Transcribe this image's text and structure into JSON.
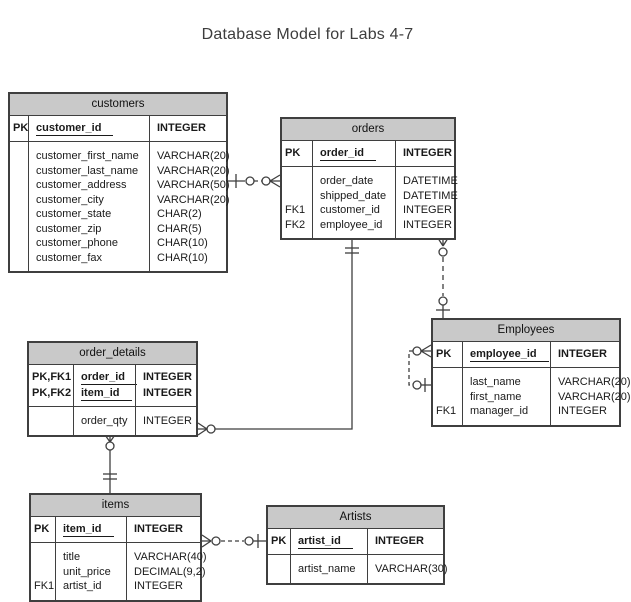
{
  "title": "Database Model for Labs 4-7",
  "colors": {
    "header_fill": "#c9c9c9",
    "border": "#3f3f3f",
    "background": "#ffffff",
    "text": "#1a1a1a"
  },
  "entities": [
    {
      "name": "customers",
      "pk_rows": [
        {
          "key": "PK",
          "field": "customer_id",
          "type": "INTEGER"
        }
      ],
      "rows": [
        {
          "key": "",
          "field": "customer_first_name",
          "type": "VARCHAR(20)"
        },
        {
          "key": "",
          "field": "customer_last_name",
          "type": "VARCHAR(20)"
        },
        {
          "key": "",
          "field": "customer_address",
          "type": "VARCHAR(50)"
        },
        {
          "key": "",
          "field": "customer_city",
          "type": "VARCHAR(20)"
        },
        {
          "key": "",
          "field": "customer_state",
          "type": "CHAR(2)"
        },
        {
          "key": "",
          "field": "customer_zip",
          "type": "CHAR(5)"
        },
        {
          "key": "",
          "field": "customer_phone",
          "type": "CHAR(10)"
        },
        {
          "key": "",
          "field": "customer_fax",
          "type": "CHAR(10)"
        }
      ]
    },
    {
      "name": "orders",
      "pk_rows": [
        {
          "key": "PK",
          "field": "order_id",
          "type": "INTEGER"
        }
      ],
      "rows": [
        {
          "key": "",
          "field": "order_date",
          "type": "DATETIME"
        },
        {
          "key": "",
          "field": "shipped_date",
          "type": "DATETIME"
        },
        {
          "key": "FK1",
          "field": "customer_id",
          "type": "INTEGER"
        },
        {
          "key": "FK2",
          "field": "employee_id",
          "type": "INTEGER"
        }
      ]
    },
    {
      "name": "Employees",
      "pk_rows": [
        {
          "key": "PK",
          "field": "employee_id",
          "type": "INTEGER"
        }
      ],
      "rows": [
        {
          "key": "",
          "field": "last_name",
          "type": "VARCHAR(20)"
        },
        {
          "key": "",
          "field": "first_name",
          "type": "VARCHAR(20)"
        },
        {
          "key": "FK1",
          "field": "manager_id",
          "type": "INTEGER"
        }
      ]
    },
    {
      "name": "order_details",
      "pk_rows": [
        {
          "key": "PK,FK1",
          "field": "order_id",
          "type": "INTEGER"
        },
        {
          "key": "PK,FK2",
          "field": "item_id",
          "type": "INTEGER"
        }
      ],
      "rows": [
        {
          "key": "",
          "field": "order_qty",
          "type": "INTEGER"
        }
      ]
    },
    {
      "name": "items",
      "pk_rows": [
        {
          "key": "PK",
          "field": "item_id",
          "type": "INTEGER"
        }
      ],
      "rows": [
        {
          "key": "",
          "field": "title",
          "type": "VARCHAR(40)"
        },
        {
          "key": "",
          "field": "unit_price",
          "type": "DECIMAL(9,2)"
        },
        {
          "key": "FK1",
          "field": "artist_id",
          "type": "INTEGER"
        }
      ]
    },
    {
      "name": "Artists",
      "pk_rows": [
        {
          "key": "PK",
          "field": "artist_id",
          "type": "INTEGER"
        }
      ],
      "rows": [
        {
          "key": "",
          "field": "artist_name",
          "type": "VARCHAR(30)"
        }
      ]
    }
  ],
  "relationships": [
    {
      "from": "customers",
      "to": "orders",
      "from_cardinality": "zero-or-one",
      "to_cardinality": "zero-or-many",
      "line": "dashed"
    },
    {
      "from": "orders",
      "to": "order_details",
      "from_cardinality": "one-and-only-one",
      "to_cardinality": "zero-or-many",
      "line": "solid"
    },
    {
      "from": "Employees",
      "to": "orders",
      "from_cardinality": "zero-or-one",
      "to_cardinality": "zero-or-many",
      "line": "dashed"
    },
    {
      "from": "Employees",
      "to": "Employees",
      "from_cardinality": "zero-or-one",
      "to_cardinality": "zero-or-many",
      "line": "dashed"
    },
    {
      "from": "items",
      "to": "order_details",
      "from_cardinality": "one-and-only-one",
      "to_cardinality": "zero-or-many",
      "line": "solid"
    },
    {
      "from": "Artists",
      "to": "items",
      "from_cardinality": "zero-or-one",
      "to_cardinality": "zero-or-many",
      "line": "dashed"
    }
  ]
}
